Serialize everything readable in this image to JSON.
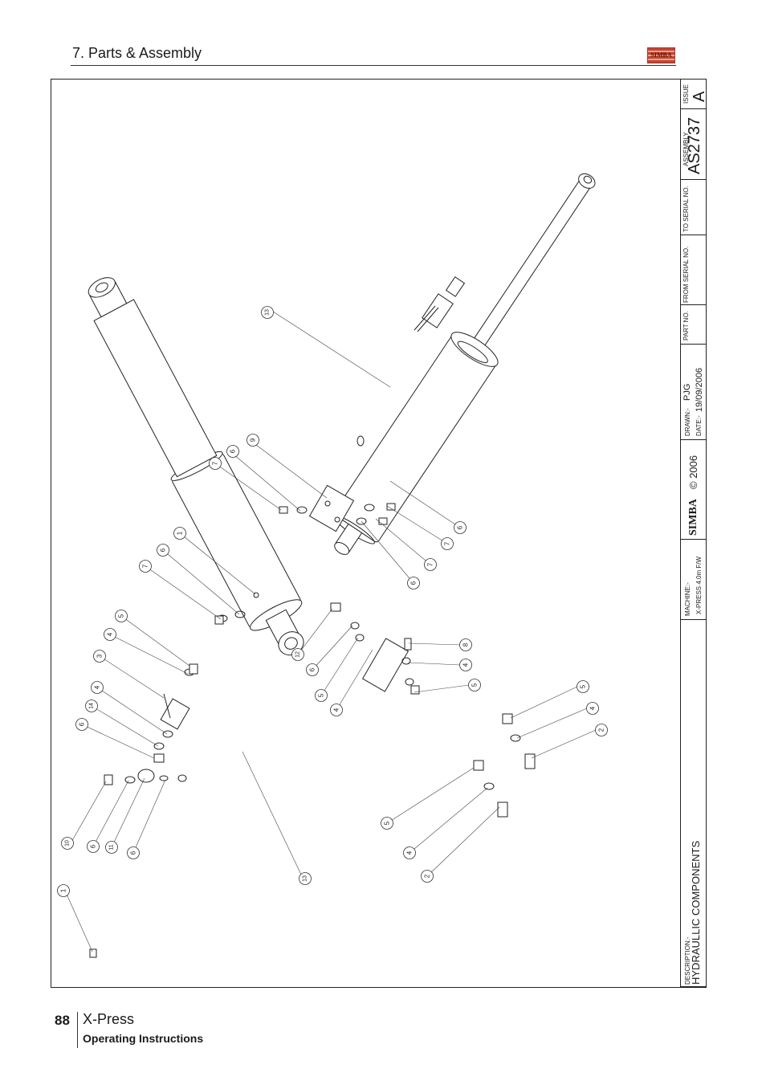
{
  "header": {
    "title": "7. Parts & Assembly",
    "logo_text": "SIMBA"
  },
  "title_block": {
    "issue_label": "ISSUE",
    "issue": "A",
    "assembly_label": "ASSEMBLY",
    "assembly_no": "AS2737",
    "to_serial_label": "TO SERIAL NO.",
    "from_serial_label": "FROM SERIAL NO.",
    "part_no_label": "PART NO.",
    "drawn_label": "DRAWN:-",
    "drawn_by": "PJG",
    "date_label": "DATE:-",
    "date": "19/09/2006",
    "copyright": "© 2006",
    "company": "SIMBA",
    "machine_label": "MACHINE:-",
    "machine": "X-PRESS 4.0m F/W",
    "description_label": "DESCRIPTION:-",
    "description": "HYDRAULLIC COMPONENTS"
  },
  "drawing": {
    "callouts": [
      {
        "label": "13"
      },
      {
        "label": "9"
      },
      {
        "label": "6"
      },
      {
        "label": "7"
      },
      {
        "label": "6"
      },
      {
        "label": "7"
      },
      {
        "label": "7"
      },
      {
        "label": "6"
      },
      {
        "label": "1"
      },
      {
        "label": "6"
      },
      {
        "label": "7"
      },
      {
        "label": "5"
      },
      {
        "label": "4"
      },
      {
        "label": "3"
      },
      {
        "label": "4"
      },
      {
        "label": "14"
      },
      {
        "label": "6"
      },
      {
        "label": "12"
      },
      {
        "label": "6"
      },
      {
        "label": "5"
      },
      {
        "label": "4"
      },
      {
        "label": "8"
      },
      {
        "label": "4"
      },
      {
        "label": "5"
      },
      {
        "label": "5"
      },
      {
        "label": "4"
      },
      {
        "label": "2"
      },
      {
        "label": "10"
      },
      {
        "label": "6"
      },
      {
        "label": "11"
      },
      {
        "label": "6"
      },
      {
        "label": "13"
      },
      {
        "label": "5"
      },
      {
        "label": "4"
      },
      {
        "label": "2"
      },
      {
        "label": "1"
      }
    ]
  },
  "footer": {
    "page_number": "88",
    "product": "X-Press",
    "subtitle": "Operating Instructions"
  }
}
